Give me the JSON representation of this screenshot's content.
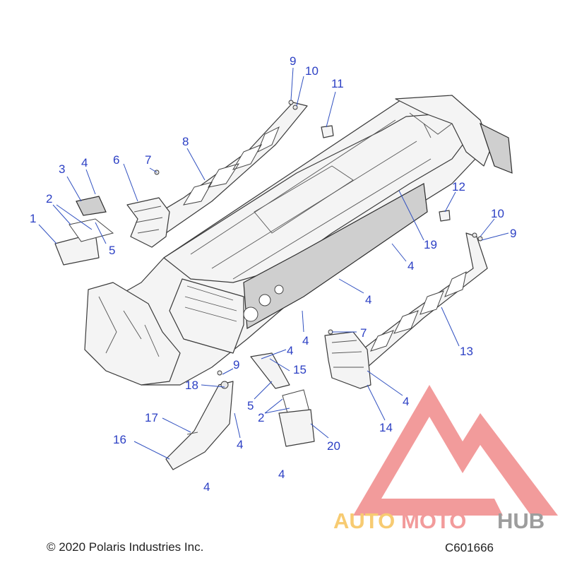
{
  "callouts": [
    {
      "id": "c9a",
      "text": "9"
    },
    {
      "id": "c10a",
      "text": "10"
    },
    {
      "id": "c11",
      "text": "11"
    },
    {
      "id": "c8",
      "text": "8"
    },
    {
      "id": "c6",
      "text": "6"
    },
    {
      "id": "c7a",
      "text": "7"
    },
    {
      "id": "c3",
      "text": "3"
    },
    {
      "id": "c4a",
      "text": "4"
    },
    {
      "id": "c2a",
      "text": "2"
    },
    {
      "id": "c1",
      "text": "1"
    },
    {
      "id": "c5a",
      "text": "5"
    },
    {
      "id": "c12",
      "text": "12"
    },
    {
      "id": "c10b",
      "text": "10"
    },
    {
      "id": "c9b",
      "text": "9"
    },
    {
      "id": "c19",
      "text": "19"
    },
    {
      "id": "c4b",
      "text": "4"
    },
    {
      "id": "c4c",
      "text": "4"
    },
    {
      "id": "c4d",
      "text": "4"
    },
    {
      "id": "c7b",
      "text": "7"
    },
    {
      "id": "c13",
      "text": "13"
    },
    {
      "id": "c4e",
      "text": "4"
    },
    {
      "id": "c9c",
      "text": "9"
    },
    {
      "id": "c15",
      "text": "15"
    },
    {
      "id": "c18",
      "text": "18"
    },
    {
      "id": "c5b",
      "text": "5"
    },
    {
      "id": "c2b",
      "text": "2"
    },
    {
      "id": "c4f",
      "text": "4"
    },
    {
      "id": "c14",
      "text": "14"
    },
    {
      "id": "c17",
      "text": "17"
    },
    {
      "id": "c16",
      "text": "16"
    },
    {
      "id": "c4g",
      "text": "4"
    },
    {
      "id": "c20",
      "text": "20"
    },
    {
      "id": "c4h",
      "text": "4"
    },
    {
      "id": "c4i",
      "text": "4"
    }
  ],
  "watermark": {
    "text_auto": "AUTO",
    "text_moto": "MOTO",
    "text_hub": "HUB",
    "color_triangle": "#f08a8a",
    "color_auto": "#f6c35a",
    "color_moto": "#f08a8a",
    "color_hub": "#8c8c8c"
  },
  "footer": {
    "copyright": "© 2020 Polaris Industries Inc.",
    "drawing_number": "C601666"
  }
}
